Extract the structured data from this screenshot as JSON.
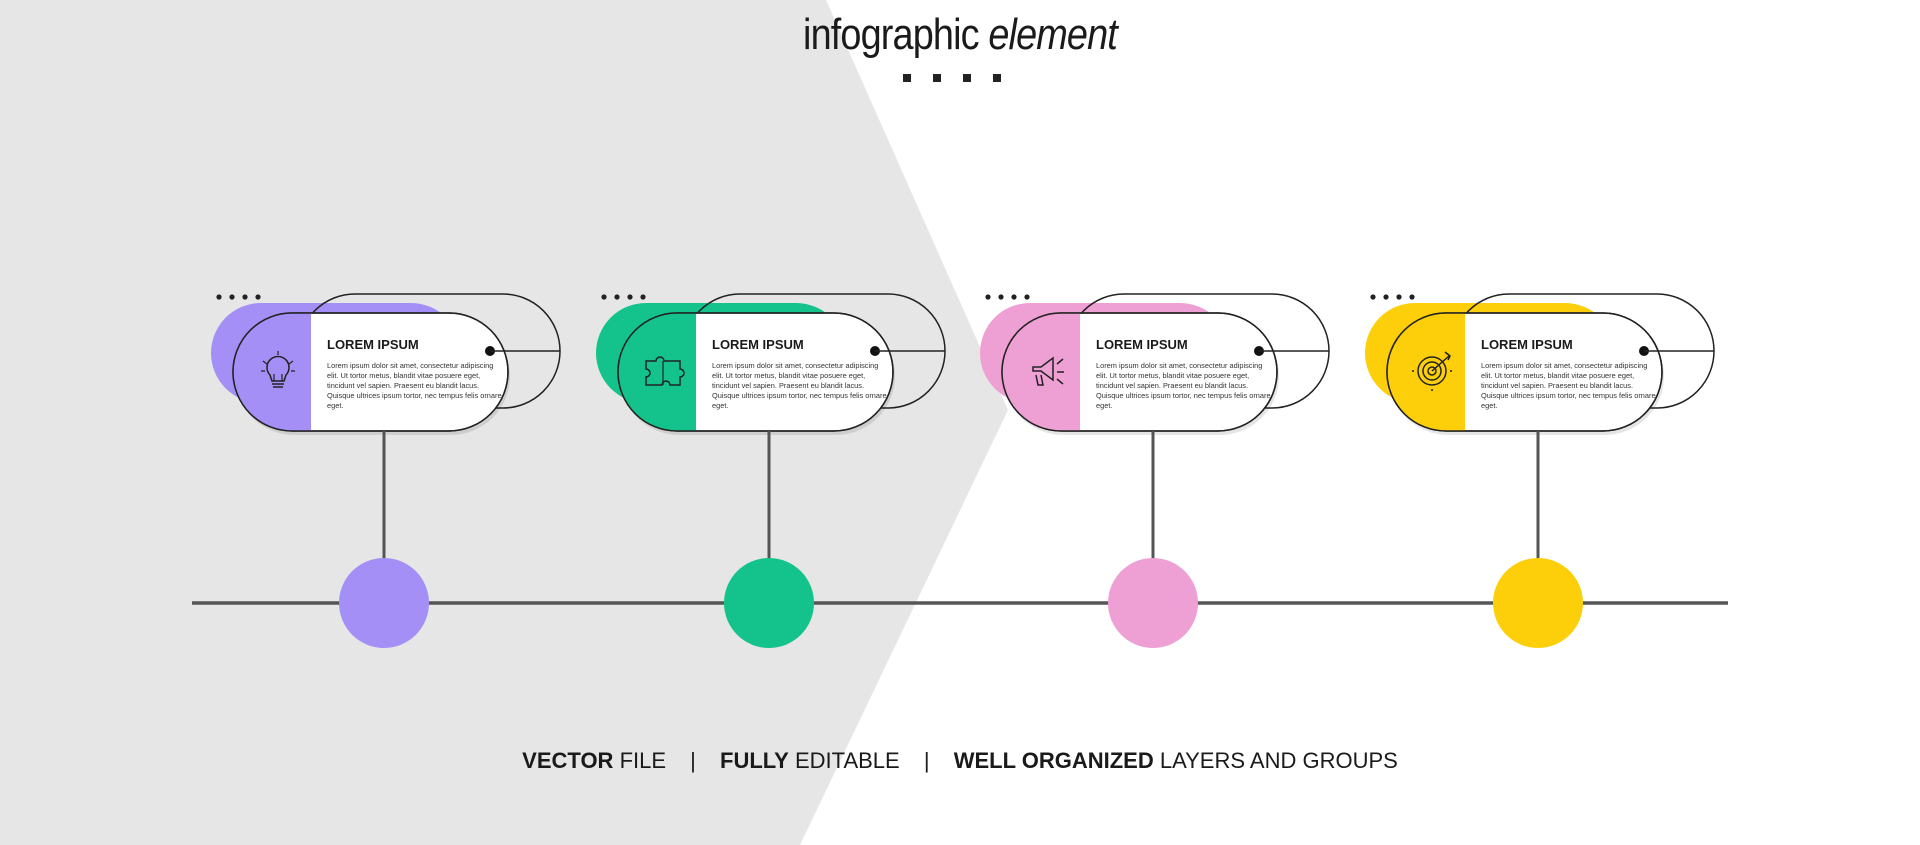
{
  "title": {
    "bold": "infographic",
    "italic": "element"
  },
  "colors": {
    "background": "#ffffff",
    "panel": "#e6e6e6",
    "line": "#555555",
    "steps": [
      "#a38ff5",
      "#14c38b",
      "#ee9fd3",
      "#fccf0a"
    ]
  },
  "steps": [
    {
      "title": "LOREM IPSUM",
      "body": "Lorem ipsum dolor sit amet, consectetur adipiscing elit. Ut tortor metus, blandit vitae posuere eget, tincidunt vel sapien. Praesent eu blandit lacus. Quisque ultrices ipsum tortor, nec tempus felis ornare eget.",
      "icon": "lightbulb-icon"
    },
    {
      "title": "LOREM IPSUM",
      "body": "Lorem ipsum dolor sit amet, consectetur adipiscing elit. Ut tortor metus, blandit vitae posuere eget, tincidunt vel sapien. Praesent eu blandit lacus. Quisque ultrices ipsum tortor, nec tempus felis ornare eget.",
      "icon": "puzzle-icon"
    },
    {
      "title": "LOREM IPSUM",
      "body": "Lorem ipsum dolor sit amet, consectetur adipiscing elit. Ut tortor metus, blandit vitae posuere eget, tincidunt vel sapien. Praesent eu blandit lacus. Quisque ultrices ipsum tortor, nec tempus felis ornare eget.",
      "icon": "megaphone-icon"
    },
    {
      "title": "LOREM IPSUM",
      "body": "Lorem ipsum dolor sit amet, consectetur adipiscing elit. Ut tortor metus, blandit vitae posuere eget, tincidunt vel sapien. Praesent eu blandit lacus. Quisque ultrices ipsum tortor, nec tempus felis ornare eget.",
      "icon": "target-icon"
    }
  ],
  "footer": {
    "item1_strong": "VECTOR",
    "item1_light": " FILE",
    "separator": "|",
    "item2_strong": "FULLY",
    "item2_light": " EDITABLE",
    "item3_strong": "WELL ORGANIZED",
    "item3_light": " LAYERS AND GROUPS"
  }
}
